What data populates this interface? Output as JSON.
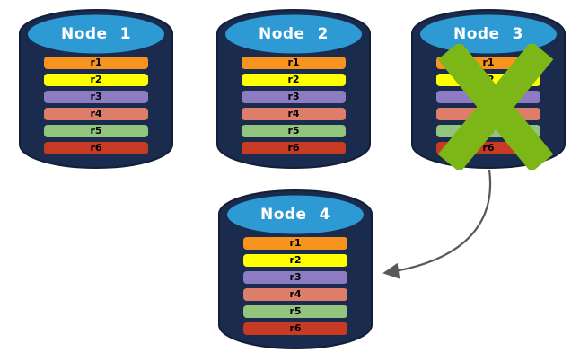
{
  "diagram": {
    "name": "database-node-replication-failover",
    "background": "#ffffff"
  },
  "colors": {
    "cylinder_body": "#1A2B4E",
    "cylinder_outline": "#121F3A",
    "cylinder_top": "#2E9AD4",
    "node_label_text": "#FFFFFF",
    "record_label_text": "#000000",
    "failure_x": "#7CB717",
    "arrow": "#595959"
  },
  "nodes": [
    {
      "label": "Node 1",
      "failed": false,
      "records": [
        {
          "label": "r1",
          "color": "#F7941D"
        },
        {
          "label": "r2",
          "color": "#FFFF00"
        },
        {
          "label": "r3",
          "color": "#8E7CC3"
        },
        {
          "label": "r4",
          "color": "#DD7E6B"
        },
        {
          "label": "r5",
          "color": "#93C47D"
        },
        {
          "label": "r6",
          "color": "#C73A24"
        }
      ]
    },
    {
      "label": "Node 2",
      "failed": false,
      "records": [
        {
          "label": "r1",
          "color": "#F7941D"
        },
        {
          "label": "r2",
          "color": "#FFFF00"
        },
        {
          "label": "r3",
          "color": "#8E7CC3"
        },
        {
          "label": "r4",
          "color": "#DD7E6B"
        },
        {
          "label": "r5",
          "color": "#93C47D"
        },
        {
          "label": "r6",
          "color": "#C73A24"
        }
      ]
    },
    {
      "label": "Node 3",
      "failed": true,
      "records": [
        {
          "label": "r1",
          "color": "#F7941D"
        },
        {
          "label": "r2",
          "color": "#FFFF00"
        },
        {
          "label": "r3",
          "color": "#8E7CC3"
        },
        {
          "label": "r4",
          "color": "#DD7E6B"
        },
        {
          "label": "r5",
          "color": "#93C47D"
        },
        {
          "label": "r6",
          "color": "#C73A24"
        }
      ]
    },
    {
      "label": "Node 4",
      "failed": false,
      "records": [
        {
          "label": "r1",
          "color": "#F7941D"
        },
        {
          "label": "r2",
          "color": "#FFFF00"
        },
        {
          "label": "r3",
          "color": "#8E7CC3"
        },
        {
          "label": "r4",
          "color": "#DD7E6B"
        },
        {
          "label": "r5",
          "color": "#93C47D"
        },
        {
          "label": "r6",
          "color": "#C73A24"
        }
      ]
    }
  ],
  "arrow": {
    "from": "Node 3",
    "to": "Node 4"
  }
}
